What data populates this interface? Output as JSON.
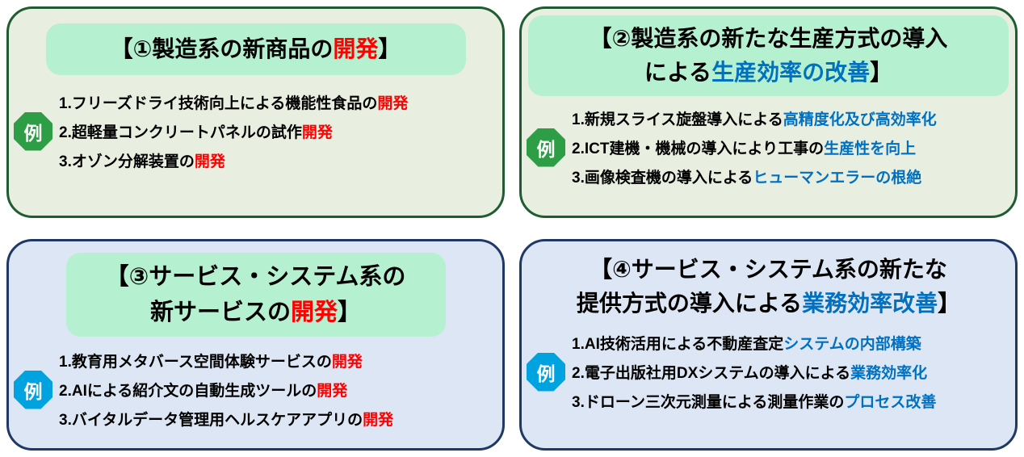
{
  "colors": {
    "highlight_red": "#ff0000",
    "highlight_blue": "#0070c0",
    "title_band_green": "#b5f1d0",
    "green_box_bg": "#e9efe0",
    "green_box_border": "#1f5c31",
    "blue_box_bg": "#dce6f4",
    "blue_box_border": "#1f3864",
    "green_octagon": "#2e9e46",
    "blue_octagon": "#00a3e0"
  },
  "boxes": [
    {
      "id": "1",
      "theme": "green",
      "title_lines": [
        [
          {
            "text": "【①製造系の新商品の"
          },
          {
            "text": "開発",
            "color": "#ff0000"
          },
          {
            "text": "】"
          }
        ]
      ],
      "example_label": "例",
      "items": [
        [
          {
            "text": "1.フリーズドライ技術向上による機能性食品の"
          },
          {
            "text": "開発",
            "color": "#ff0000"
          }
        ],
        [
          {
            "text": "2.超軽量コンクリートパネルの試作"
          },
          {
            "text": "開発",
            "color": "#ff0000"
          }
        ],
        [
          {
            "text": "3.オゾン分解装置の"
          },
          {
            "text": "開発",
            "color": "#ff0000"
          }
        ]
      ]
    },
    {
      "id": "2",
      "theme": "green",
      "title_lines": [
        [
          {
            "text": "【②製造系の新たな生産方式の導入"
          }
        ],
        [
          {
            "text": "による"
          },
          {
            "text": "生産効率の改善",
            "color": "#0070c0"
          },
          {
            "text": "】"
          }
        ]
      ],
      "example_label": "例",
      "items": [
        [
          {
            "text": "1.新規スライス旋盤導入による"
          },
          {
            "text": "高精度化及び高効率化",
            "color": "#0070c0"
          }
        ],
        [
          {
            "text": "2.ICT建機・機械の導入により工事の"
          },
          {
            "text": "生産性を向上",
            "color": "#0070c0"
          }
        ],
        [
          {
            "text": "3.画像検査機の導入による"
          },
          {
            "text": "ヒューマンエラーの根絶",
            "color": "#0070c0"
          }
        ]
      ]
    },
    {
      "id": "3",
      "theme": "blue",
      "title_lines": [
        [
          {
            "text": "【③サービス・システム系の"
          }
        ],
        [
          {
            "text": "新サービスの"
          },
          {
            "text": "開発",
            "color": "#ff0000"
          },
          {
            "text": "】"
          }
        ]
      ],
      "example_label": "例",
      "items": [
        [
          {
            "text": "1.教育用メタバース空間体験サービスの"
          },
          {
            "text": "開発",
            "color": "#ff0000"
          }
        ],
        [
          {
            "text": "2.AIによる紹介文の自動生成ツールの"
          },
          {
            "text": "開発",
            "color": "#ff0000"
          }
        ],
        [
          {
            "text": "3.バイタルデータ管理用ヘルスケアアプリの"
          },
          {
            "text": "開発",
            "color": "#ff0000"
          }
        ]
      ]
    },
    {
      "id": "4",
      "theme": "blue",
      "title_lines": [
        [
          {
            "text": "【④サービス・システム系の新たな"
          }
        ],
        [
          {
            "text": "提供方式の導入による"
          },
          {
            "text": "業務効率改善",
            "color": "#0070c0"
          },
          {
            "text": "】"
          }
        ]
      ],
      "example_label": "例",
      "items": [
        [
          {
            "text": "1.AI技術活用による不動産査定"
          },
          {
            "text": "システムの内部構築",
            "color": "#0070c0"
          }
        ],
        [
          {
            "text": "2.電子出版社用DXシステムの導入による"
          },
          {
            "text": "業務効率化",
            "color": "#0070c0"
          }
        ],
        [
          {
            "text": "3.ドローン三次元測量による測量作業の"
          },
          {
            "text": "プロセス改善",
            "color": "#0070c0"
          }
        ]
      ]
    }
  ]
}
